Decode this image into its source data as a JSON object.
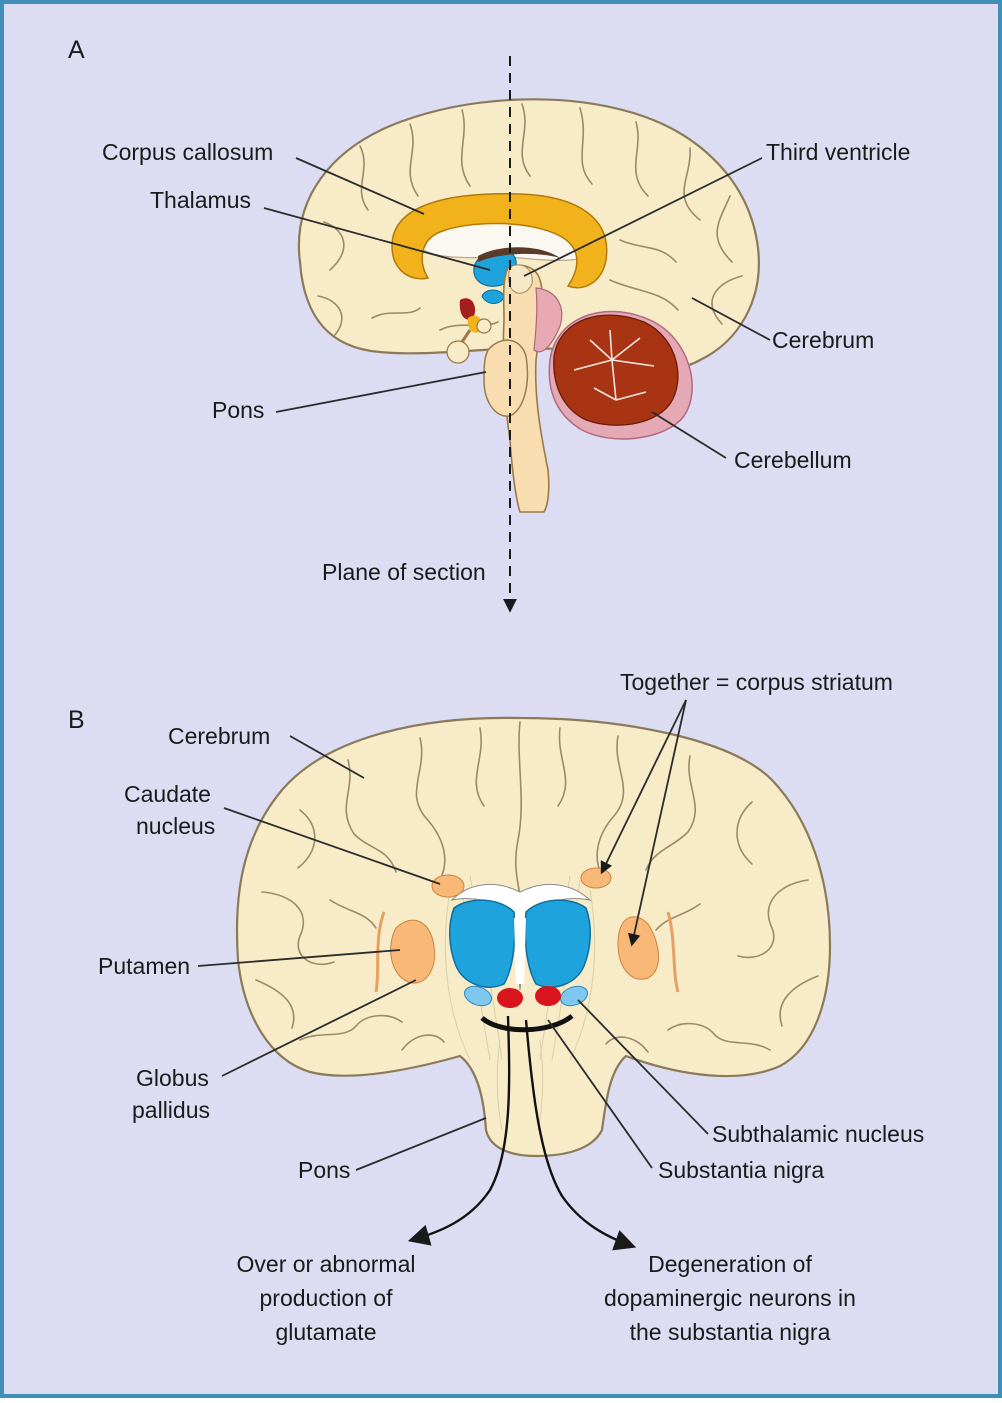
{
  "panels": {
    "a": {
      "letter": "A"
    },
    "b": {
      "letter": "B"
    }
  },
  "labels_a": {
    "corpus_callosum": "Corpus callosum",
    "thalamus": "Thalamus",
    "third_ventricle": "Third ventricle",
    "cerebrum": "Cerebrum",
    "pons": "Pons",
    "cerebellum": "Cerebellum",
    "plane_of_section": "Plane of section"
  },
  "labels_b": {
    "cerebrum": "Cerebrum",
    "together": "Together = corpus striatum",
    "caudate_line1": "Caudate",
    "caudate_line2": "nucleus",
    "putamen": "Putamen",
    "globus_line1": "Globus",
    "globus_line2": "pallidus",
    "subthalamic": "Subthalamic nucleus",
    "substantia_nigra": "Substantia nigra",
    "pons": "Pons"
  },
  "outcomes": {
    "left": {
      "line1": "Over or abnormal",
      "line2": "production of",
      "line3": "glutamate"
    },
    "right": {
      "line1": "Degeneration of",
      "line2": "dopaminergic neurons in",
      "line3": "the substantia nigra"
    }
  },
  "colors": {
    "background": "#dcdcf2",
    "border": "#3f8fb8",
    "brain_tissue": "#f8ecc8",
    "corpus_callosum": "#f2b21c",
    "thalamus_blue": "#1fa3dd",
    "cerebellum": "#a83414",
    "cerebellum_rim": "#e5a9b6",
    "putamen": "#f8b878",
    "substantia_nigra": "#d8141c"
  }
}
